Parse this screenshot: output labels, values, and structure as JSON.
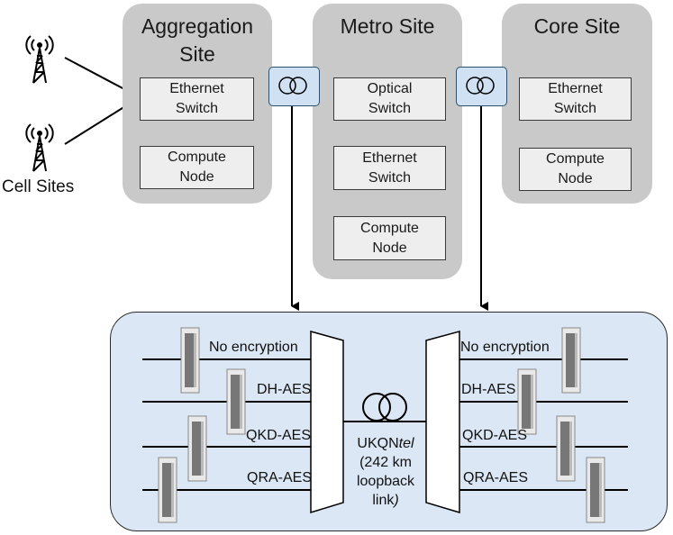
{
  "sites": {
    "aggregation": {
      "title_line1": "Aggregation",
      "title_line2": "Site",
      "ethernet_switch": "Ethernet\nSwitch",
      "compute_node": "Compute\nNode"
    },
    "metro": {
      "title": "Metro Site",
      "optical_switch": "Optical\nSwitch",
      "ethernet_switch": "Ethernet\nSwitch",
      "compute_node": "Compute\nNode"
    },
    "core": {
      "title": "Core Site",
      "ethernet_switch": "Ethernet\nSwitch",
      "compute_node": "Compute\nNode"
    }
  },
  "cell_sites_label": "Cell Sites",
  "lab": {
    "left_links": [
      "No encryption",
      "DH-AES",
      "QKD-AES",
      "QRA-AES"
    ],
    "right_links": [
      "No encryption",
      "DH-AES",
      "QKD-AES",
      "QRA-AES"
    ],
    "center": {
      "name_plain": "UKQN",
      "name_italic": "tel",
      "line2": "(242 km",
      "line3": "loopback",
      "line4_plain": "link",
      "line4_italic": ")"
    }
  },
  "colors": {
    "site_bg": "#c9c9c9",
    "node_bg": "#eeeeee",
    "coupler_bg": "#cfe1f2",
    "lab_bg": "#dbe7f4"
  },
  "icons": [
    "cell-tower-icon",
    "fiber-coupler-icon",
    "server-rack-icon",
    "optical-mux-icon"
  ]
}
